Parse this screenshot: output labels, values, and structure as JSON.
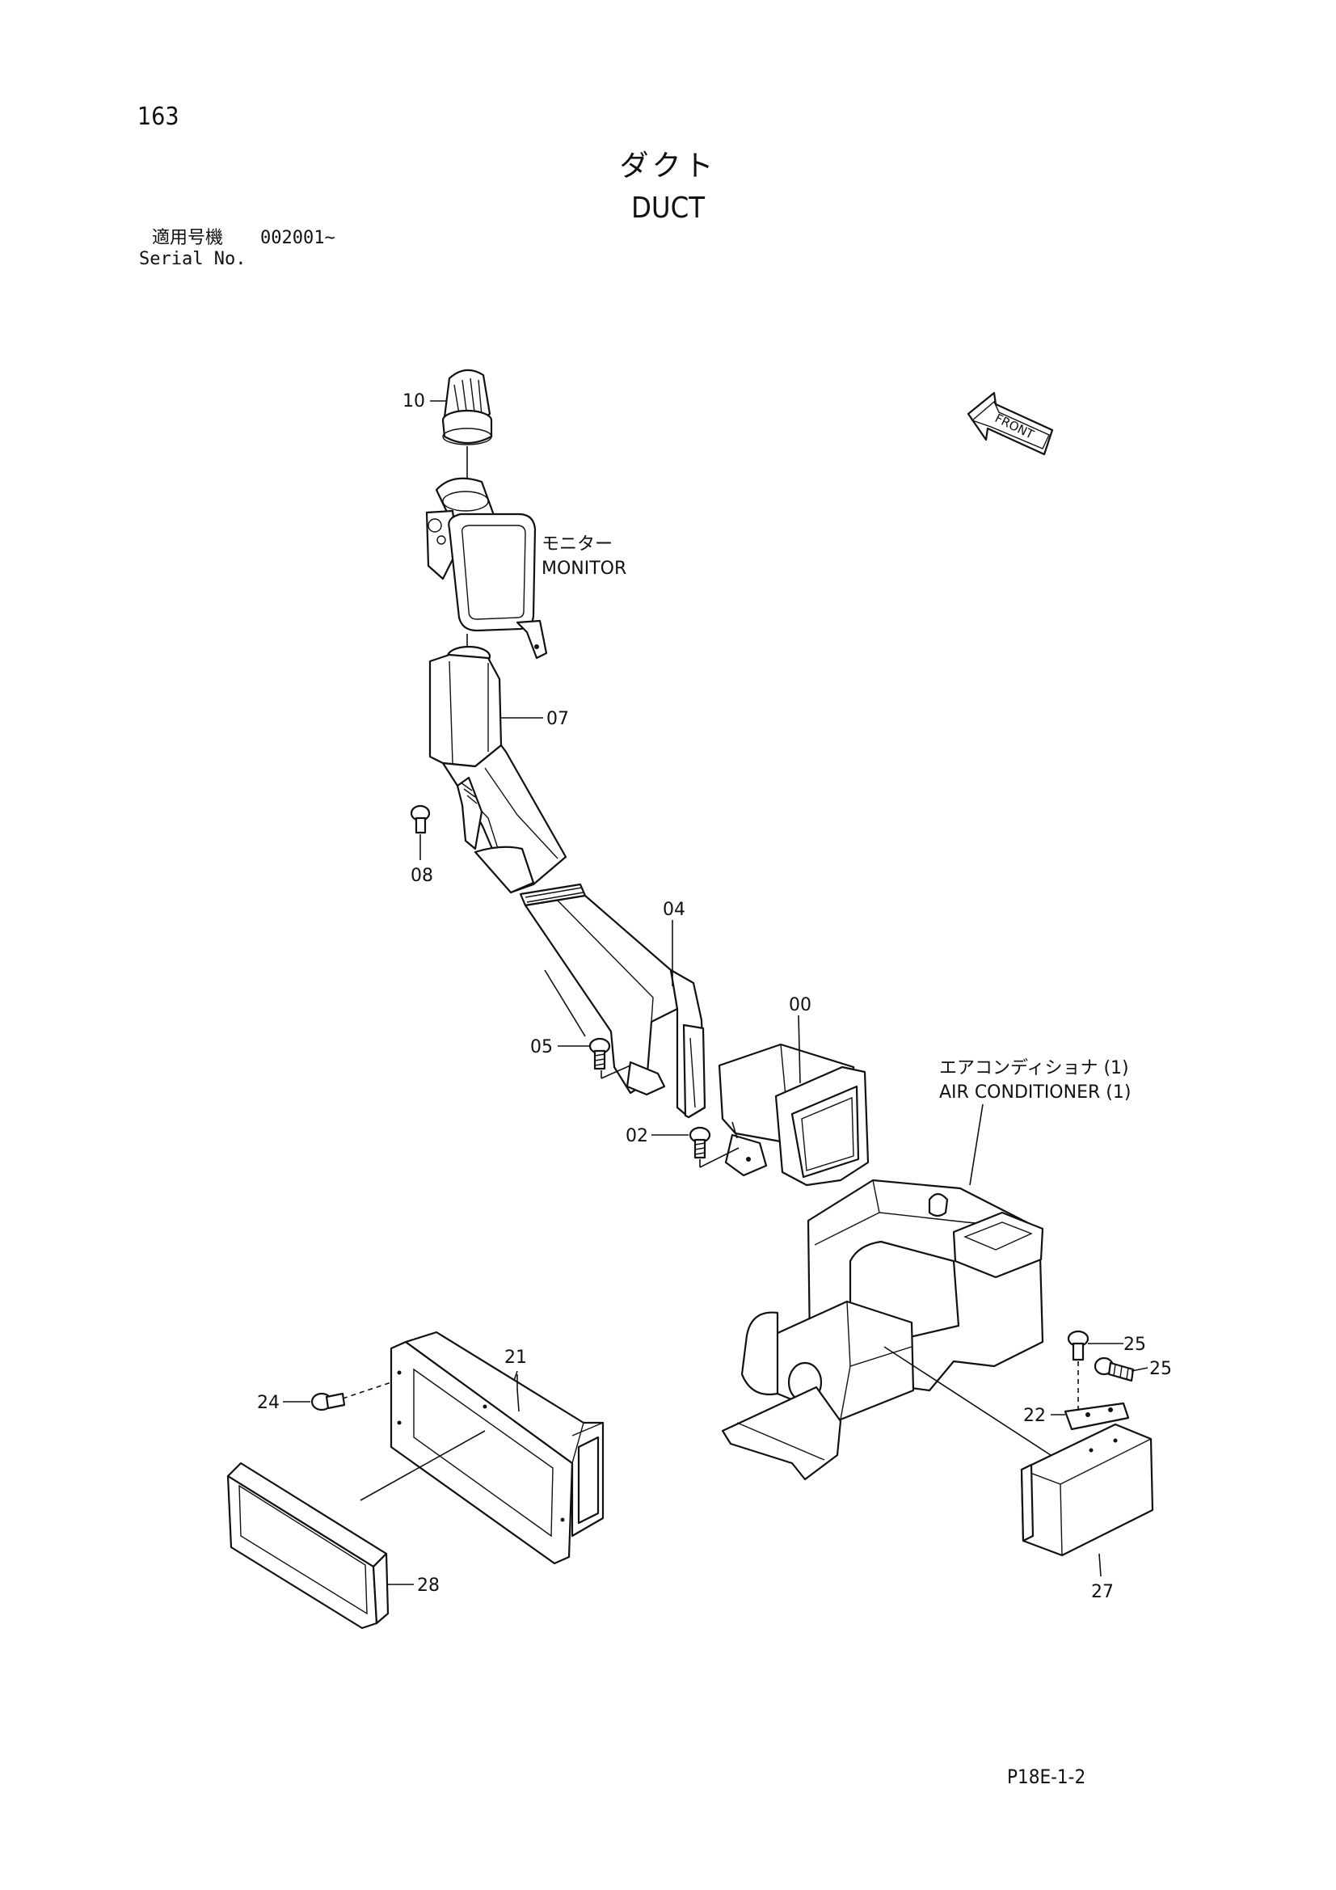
{
  "page_number": "163",
  "title_ja": "ダクト",
  "title_en": "DUCT",
  "serial": {
    "label_ja": "適用号機",
    "value": "002001~",
    "label_en": "Serial No."
  },
  "labels": {
    "monitor_ja": "モニター",
    "monitor_en": "MONITOR",
    "ac_ja": "エアコンディショナ (1)",
    "ac_en": "AIR CONDITIONER (1)",
    "front": "FRONT"
  },
  "parts": {
    "p10": "10",
    "p07": "07",
    "p08": "08",
    "p04": "04",
    "p00": "00",
    "p05": "05",
    "p02": "02",
    "p21": "21",
    "p24": "24",
    "p25a": "25",
    "p25b": "25",
    "p22": "22",
    "p27": "27",
    "p28": "28"
  },
  "footer_code": "P18E-1-2"
}
